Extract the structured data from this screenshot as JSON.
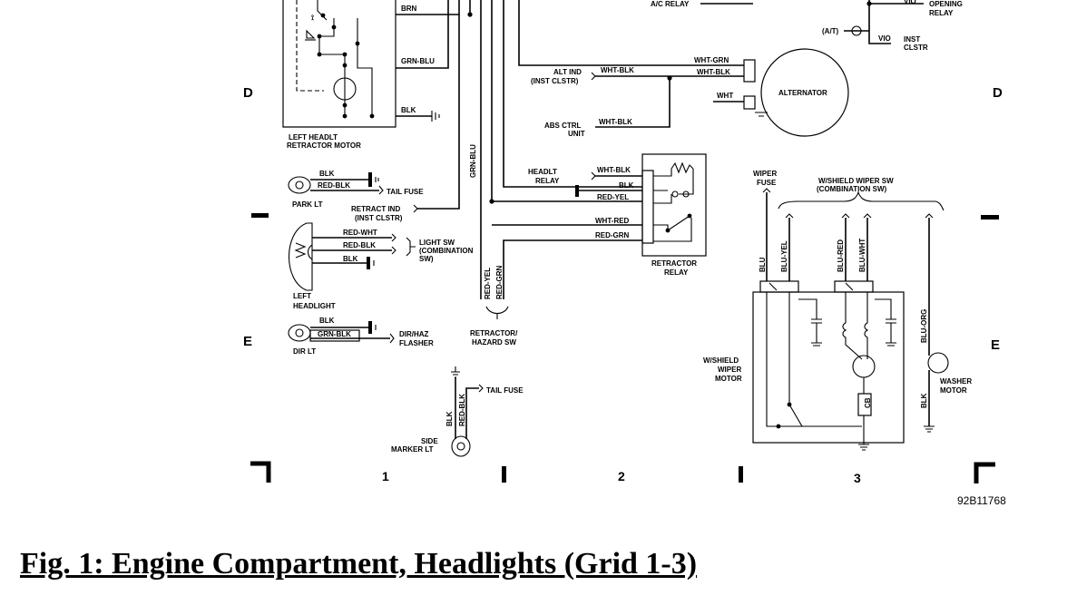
{
  "caption": "Fig. 1: Engine Compartment, Headlights (Grid 1-3)",
  "figure_id": "92B11768",
  "grid": {
    "rows": [
      "D",
      "E"
    ],
    "columns": [
      "1",
      "2",
      "3"
    ]
  },
  "components": {
    "left_headlt_retractor_motor": [
      "LEFT HEADLT",
      "RETRACTOR MOTOR"
    ],
    "park_lt": "PARK LT",
    "tail_fuse": "TAIL FUSE",
    "retract_ind": [
      "RETRACT IND",
      "(INST CLSTR)"
    ],
    "light_sw": [
      "LIGHT SW",
      "(COMBINATION",
      "SW)"
    ],
    "left_headlight": [
      "LEFT",
      "HEADLIGHT"
    ],
    "dir_lt": "DIR LT",
    "dir_haz_flasher": [
      "DIR/HAZ",
      "FLASHER"
    ],
    "retractor_hazard_sw": [
      "RETRACTOR/",
      "HAZARD SW"
    ],
    "side_marker_lt": [
      "SIDE",
      "MARKER LT"
    ],
    "tail_fuse_2": "TAIL FUSE",
    "ac_relay": "A/C RELAY",
    "alt_ind": [
      "ALT IND",
      "(INST CLSTR)"
    ],
    "abs_ctrl_unit": [
      "ABS CTRL",
      "UNIT"
    ],
    "alternator": "ALTERNATOR",
    "headlt_relay": [
      "HEADLT",
      "RELAY"
    ],
    "retractor_relay": [
      "RETRACTOR",
      "RELAY"
    ],
    "opening_relay": [
      "OPENING",
      "RELAY"
    ],
    "at": "(A/T)",
    "inst_clstr": [
      "INST",
      "CLSTR"
    ],
    "wiper_fuse": [
      "WIPER",
      "FUSE"
    ],
    "wshield_wiper_sw": [
      "W/SHIELD WIPER SW",
      "(COMBINATION SW)"
    ],
    "wshield_wiper_motor": [
      "W/SHIELD",
      "WIPER",
      "MOTOR"
    ],
    "washer_motor": [
      "WASHER",
      "MOTOR"
    ],
    "cb": "CB"
  },
  "wires": {
    "brn": "BRN",
    "grn_blu": "GRN-BLU",
    "blk": "BLK",
    "red_blk": "RED-BLK",
    "red_wht": "RED-WHT",
    "grn_blk": "GRN-BLK",
    "red_yel": "RED-YEL",
    "red_grn": "RED-GRN",
    "wht_blk": "WHT-BLK",
    "wht_grn": "WHT-GRN",
    "wht": "WHT",
    "wht_red": "WHT-RED",
    "vio": "VIO",
    "blu": "BLU",
    "blu_yel": "BLU-YEL",
    "blu_red": "BLU-RED",
    "blu_wht": "BLU-WHT",
    "blu_org": "BLU-ORG"
  }
}
